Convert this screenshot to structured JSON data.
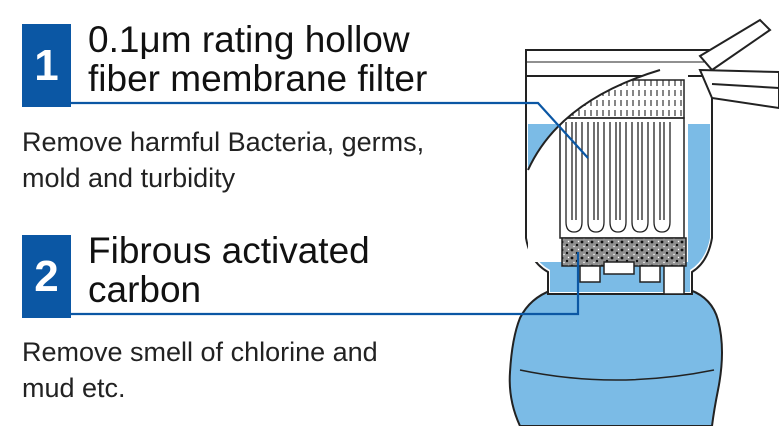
{
  "steps": [
    {
      "number": "1",
      "title": "0.1μm rating hollow\nfiber membrane filter",
      "description": "Remove harmful Bacteria, germs,\nmold and turbidity"
    },
    {
      "number": "2",
      "title": "Fibrous activated\ncarbon",
      "description": "Remove smell of chlorine and\nmud etc."
    }
  ],
  "colors": {
    "badge": "#0b57a4",
    "callout_line": "#0b57a4",
    "water": "#7bbbe6",
    "outline": "#222222"
  },
  "icons": [
    "hollow-fiber-membrane-illustration",
    "activated-carbon-illustration"
  ]
}
